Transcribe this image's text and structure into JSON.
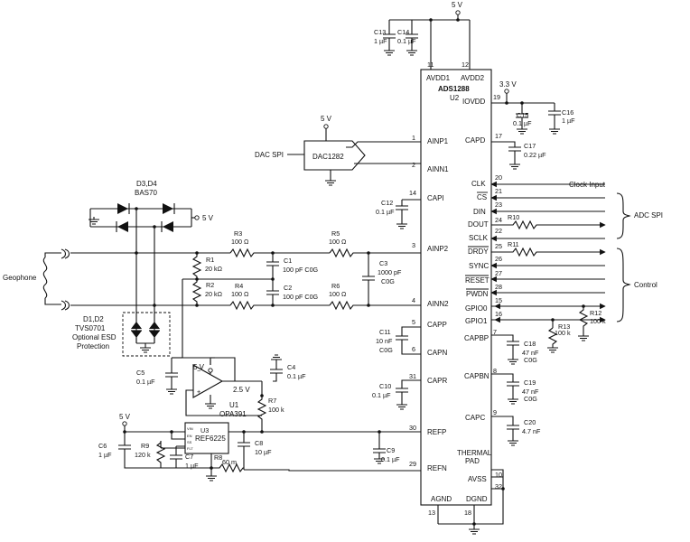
{
  "ic": {
    "name": "ADS1288",
    "ref": "U2",
    "left_pins": [
      {
        "label": "AVDD1",
        "num": "11"
      },
      {
        "label": "AINP1",
        "num": "1"
      },
      {
        "label": "AINN1",
        "num": "2"
      },
      {
        "label": "CAPI",
        "num": "14"
      },
      {
        "label": "AINP2",
        "num": "3"
      },
      {
        "label": "AINN2",
        "num": "4"
      },
      {
        "label": "CAPP",
        "num": "5"
      },
      {
        "label": "CAPN",
        "num": "6"
      },
      {
        "label": "CAPR",
        "num": "31"
      },
      {
        "label": "REFP",
        "num": "30"
      },
      {
        "label": "REFN",
        "num": "29"
      },
      {
        "label": "AGND",
        "num": "13"
      }
    ],
    "right_pins": [
      {
        "label": "AVDD2",
        "num": "12"
      },
      {
        "label": "IOVDD",
        "num": "19"
      },
      {
        "label": "CAPD",
        "num": "17"
      },
      {
        "label": "CLK",
        "num": "20"
      },
      {
        "label": "CS",
        "num": "21"
      },
      {
        "label": "DIN",
        "num": "23"
      },
      {
        "label": "DOUT",
        "num": "24"
      },
      {
        "label": "SCLK",
        "num": "22"
      },
      {
        "label": "DRDY",
        "num": "25"
      },
      {
        "label": "SYNC",
        "num": "26"
      },
      {
        "label": "RESET",
        "num": "27"
      },
      {
        "label": "PWDN",
        "num": "28"
      },
      {
        "label": "GPIO0",
        "num": "15"
      },
      {
        "label": "GPIO1",
        "num": "16"
      },
      {
        "label": "CAPBP",
        "num": "7"
      },
      {
        "label": "CAPBN",
        "num": "8"
      },
      {
        "label": "CAPC",
        "num": "9"
      },
      {
        "label": "THERMAL",
        "num": ""
      },
      {
        "label": "PAD",
        "num": ""
      },
      {
        "label": "AVSS",
        "num": "10"
      },
      {
        "label": "",
        "num": "32"
      },
      {
        "label": "DGND",
        "num": "18"
      }
    ]
  },
  "supplies": {
    "v5": "5 V",
    "v33": "3.3 V"
  },
  "labels": {
    "dac_spi": "DAC SPI",
    "dac": "DAC1282",
    "clock_input": "Clock Input",
    "adc_spi": "ADC SPI",
    "control": "Control",
    "geophone": "Geophone",
    "d3d4": "D3,D4",
    "bas70": "BAS70",
    "d1d2": "D1,D2",
    "tvs": "TVS0701",
    "esd1": "Optional ESD",
    "esd2": "Protection",
    "opamp_ref": "U1",
    "opamp": "OPA391",
    "v25": "2.5 V",
    "ref_ref": "U3",
    "ref_part": "REF6225",
    "ref_pin1": "VIN",
    "ref_pin2": "EN",
    "ref_pin3": "SS",
    "ref_pin4": "FLT"
  },
  "components": {
    "C13": {
      "ref": "C13",
      "val": "1 µF"
    },
    "C14": {
      "ref": "C14",
      "val": "0.1 µF"
    },
    "C15": {
      "ref": "C15",
      "val": "0.1 µF"
    },
    "C16": {
      "ref": "C16",
      "val": "1 µF"
    },
    "C17": {
      "ref": "C17",
      "val": "0.22 µF"
    },
    "C12": {
      "ref": "C12",
      "val": "0.1 µF"
    },
    "R3": {
      "ref": "R3",
      "val": "100 Ω"
    },
    "R5": {
      "ref": "R5",
      "val": "100 Ω"
    },
    "R1": {
      "ref": "R1",
      "val": "20 kΩ"
    },
    "R2": {
      "ref": "R2",
      "val": "20 kΩ"
    },
    "R4": {
      "ref": "R4",
      "val": "100 Ω"
    },
    "R6": {
      "ref": "R6",
      "val": "100 Ω"
    },
    "C1": {
      "ref": "C1",
      "val": "100 pF C0G"
    },
    "C2": {
      "ref": "C2",
      "val": "100 pF C0G"
    },
    "C3": {
      "ref": "C3",
      "val": "1000 pF",
      "val2": "C0G"
    },
    "C11": {
      "ref": "C11",
      "val": "10 nF",
      "val2": "C0G"
    },
    "C10": {
      "ref": "C10",
      "val": "0.1 µF"
    },
    "C9": {
      "ref": "C9",
      "val": "0.1 µF"
    },
    "C5": {
      "ref": "C5",
      "val": "0.1 µF"
    },
    "C4": {
      "ref": "C4",
      "val": "0.1 µF"
    },
    "R7": {
      "ref": "R7",
      "val": "100 k"
    },
    "C6": {
      "ref": "C6",
      "val": "1 µF"
    },
    "R9": {
      "ref": "R9",
      "val": "120 k"
    },
    "C7": {
      "ref": "C7",
      "val": "1 µF"
    },
    "C8": {
      "ref": "C8",
      "val": "10 µF"
    },
    "R8": {
      "ref": "R8",
      "val": "60 m"
    },
    "R10": {
      "ref": "R10"
    },
    "R11": {
      "ref": "R11"
    },
    "R12": {
      "ref": "R12",
      "val": "100 k"
    },
    "R13": {
      "ref": "R13",
      "val": "100 k"
    },
    "C18": {
      "ref": "C18",
      "val": "47 nF",
      "val2": "C0G"
    },
    "C19": {
      "ref": "C19",
      "val": "47 nF",
      "val2": "C0G"
    },
    "C20": {
      "ref": "C20",
      "val": "4.7 nF"
    }
  }
}
